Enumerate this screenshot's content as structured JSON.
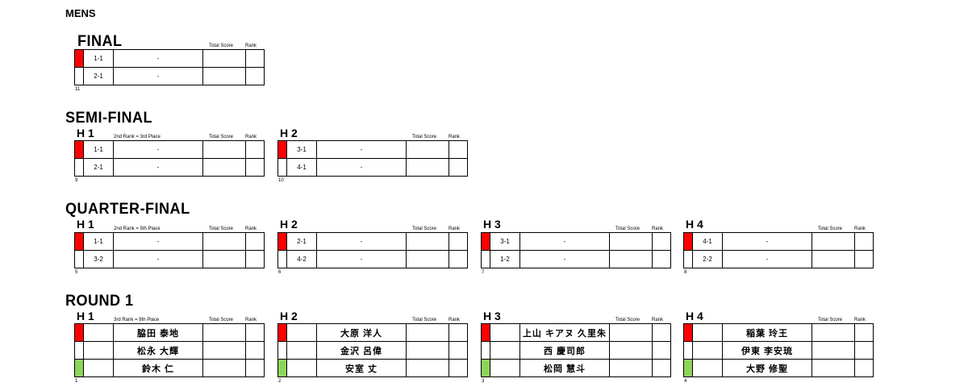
{
  "title": "MENS",
  "headers": {
    "total": "Total Score",
    "rank": "Rank"
  },
  "rounds": [
    {
      "name": "FINAL",
      "heats": [
        {
          "label": "",
          "note": "",
          "group": "11",
          "rows": [
            {
              "color": "red",
              "seed": "1-1",
              "name": "-"
            },
            {
              "color": "white",
              "seed": "2-1",
              "name": "-"
            }
          ]
        }
      ]
    },
    {
      "name": "SEMI-FINAL",
      "heats": [
        {
          "label": "H 1",
          "note": "2nd Rank = 3rd Place",
          "group": "9",
          "rows": [
            {
              "color": "red",
              "seed": "1-1",
              "name": "-"
            },
            {
              "color": "white",
              "seed": "2-1",
              "name": "-"
            }
          ]
        },
        {
          "label": "H 2",
          "note": "",
          "group": "10",
          "rows": [
            {
              "color": "red",
              "seed": "3-1",
              "name": "-"
            },
            {
              "color": "white",
              "seed": "4-1",
              "name": "-"
            }
          ]
        }
      ]
    },
    {
      "name": "QUARTER-FINAL",
      "heats": [
        {
          "label": "H 1",
          "note": "2nd Rank = 5th Place",
          "group": "5",
          "rows": [
            {
              "color": "red",
              "seed": "1-1",
              "name": "-"
            },
            {
              "color": "white",
              "seed": "3-2",
              "name": "-"
            }
          ]
        },
        {
          "label": "H 2",
          "note": "",
          "group": "6",
          "rows": [
            {
              "color": "red",
              "seed": "2-1",
              "name": "-"
            },
            {
              "color": "white",
              "seed": "4-2",
              "name": "-"
            }
          ]
        },
        {
          "label": "H 3",
          "note": "",
          "group": "7",
          "rows": [
            {
              "color": "red",
              "seed": "3-1",
              "name": "-"
            },
            {
              "color": "white",
              "seed": "1-2",
              "name": "-"
            }
          ]
        },
        {
          "label": "H 4",
          "note": "",
          "group": "8",
          "rows": [
            {
              "color": "red",
              "seed": "4-1",
              "name": "-"
            },
            {
              "color": "white",
              "seed": "2-2",
              "name": "-"
            }
          ]
        }
      ]
    },
    {
      "name": "ROUND 1",
      "heats": [
        {
          "label": "H 1",
          "note": "3rd Rank = 9th Place",
          "group": "1",
          "rows": [
            {
              "color": "red",
              "seed": "",
              "name": "脇田 泰地"
            },
            {
              "color": "white",
              "seed": "",
              "name": "松永 大輝"
            },
            {
              "color": "green",
              "seed": "",
              "name": "鈴木 仁"
            }
          ]
        },
        {
          "label": "H 2",
          "note": "",
          "group": "2",
          "rows": [
            {
              "color": "red",
              "seed": "",
              "name": "大原 洋人"
            },
            {
              "color": "white",
              "seed": "",
              "name": "金沢 呂偉"
            },
            {
              "color": "green",
              "seed": "",
              "name": "安室 丈"
            }
          ]
        },
        {
          "label": "H 3",
          "note": "",
          "group": "3",
          "rows": [
            {
              "color": "red",
              "seed": "",
              "name": "上山 キアヌ 久里朱"
            },
            {
              "color": "white",
              "seed": "",
              "name": "西 慶司郎"
            },
            {
              "color": "green",
              "seed": "",
              "name": "松岡 慧斗"
            }
          ]
        },
        {
          "label": "H 4",
          "note": "",
          "group": "4",
          "rows": [
            {
              "color": "red",
              "seed": "",
              "name": "稲葉 玲王"
            },
            {
              "color": "white",
              "seed": "",
              "name": "伊東 李安琉"
            },
            {
              "color": "green",
              "seed": "",
              "name": "大野 修聖"
            }
          ]
        }
      ]
    }
  ]
}
